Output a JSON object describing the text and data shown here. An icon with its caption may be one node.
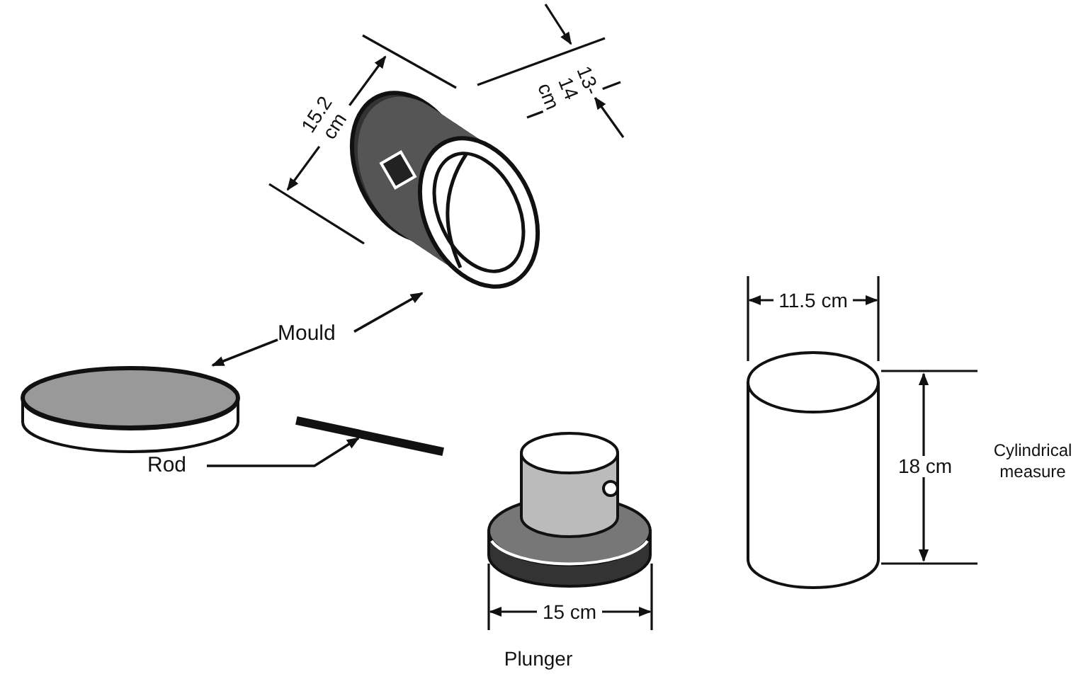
{
  "diagram": {
    "nodes": [
      {
        "text": [
          "Mould"
        ]
      },
      {
        "text": [],
        "shape": "picture"
      },
      {
        "text": [],
        "shape": "picture"
      },
      {
        "text": [
          "Rod"
        ]
      },
      {
        "text": [],
        "shape": "bar"
      }
    ],
    "edges": [
      {
        "from": 0,
        "to": 1,
        "arrow": "to"
      },
      {
        "from": 0,
        "to": 2,
        "arrow": "to"
      },
      {
        "from": 3,
        "to": 4,
        "arrow": "to"
      }
    ],
    "labels": [
      "15.2 cm",
      "13-14 cm",
      "11.5 cm",
      "18 cm",
      "Cylindrical measure",
      "15 cm",
      "Plunger"
    ]
  }
}
